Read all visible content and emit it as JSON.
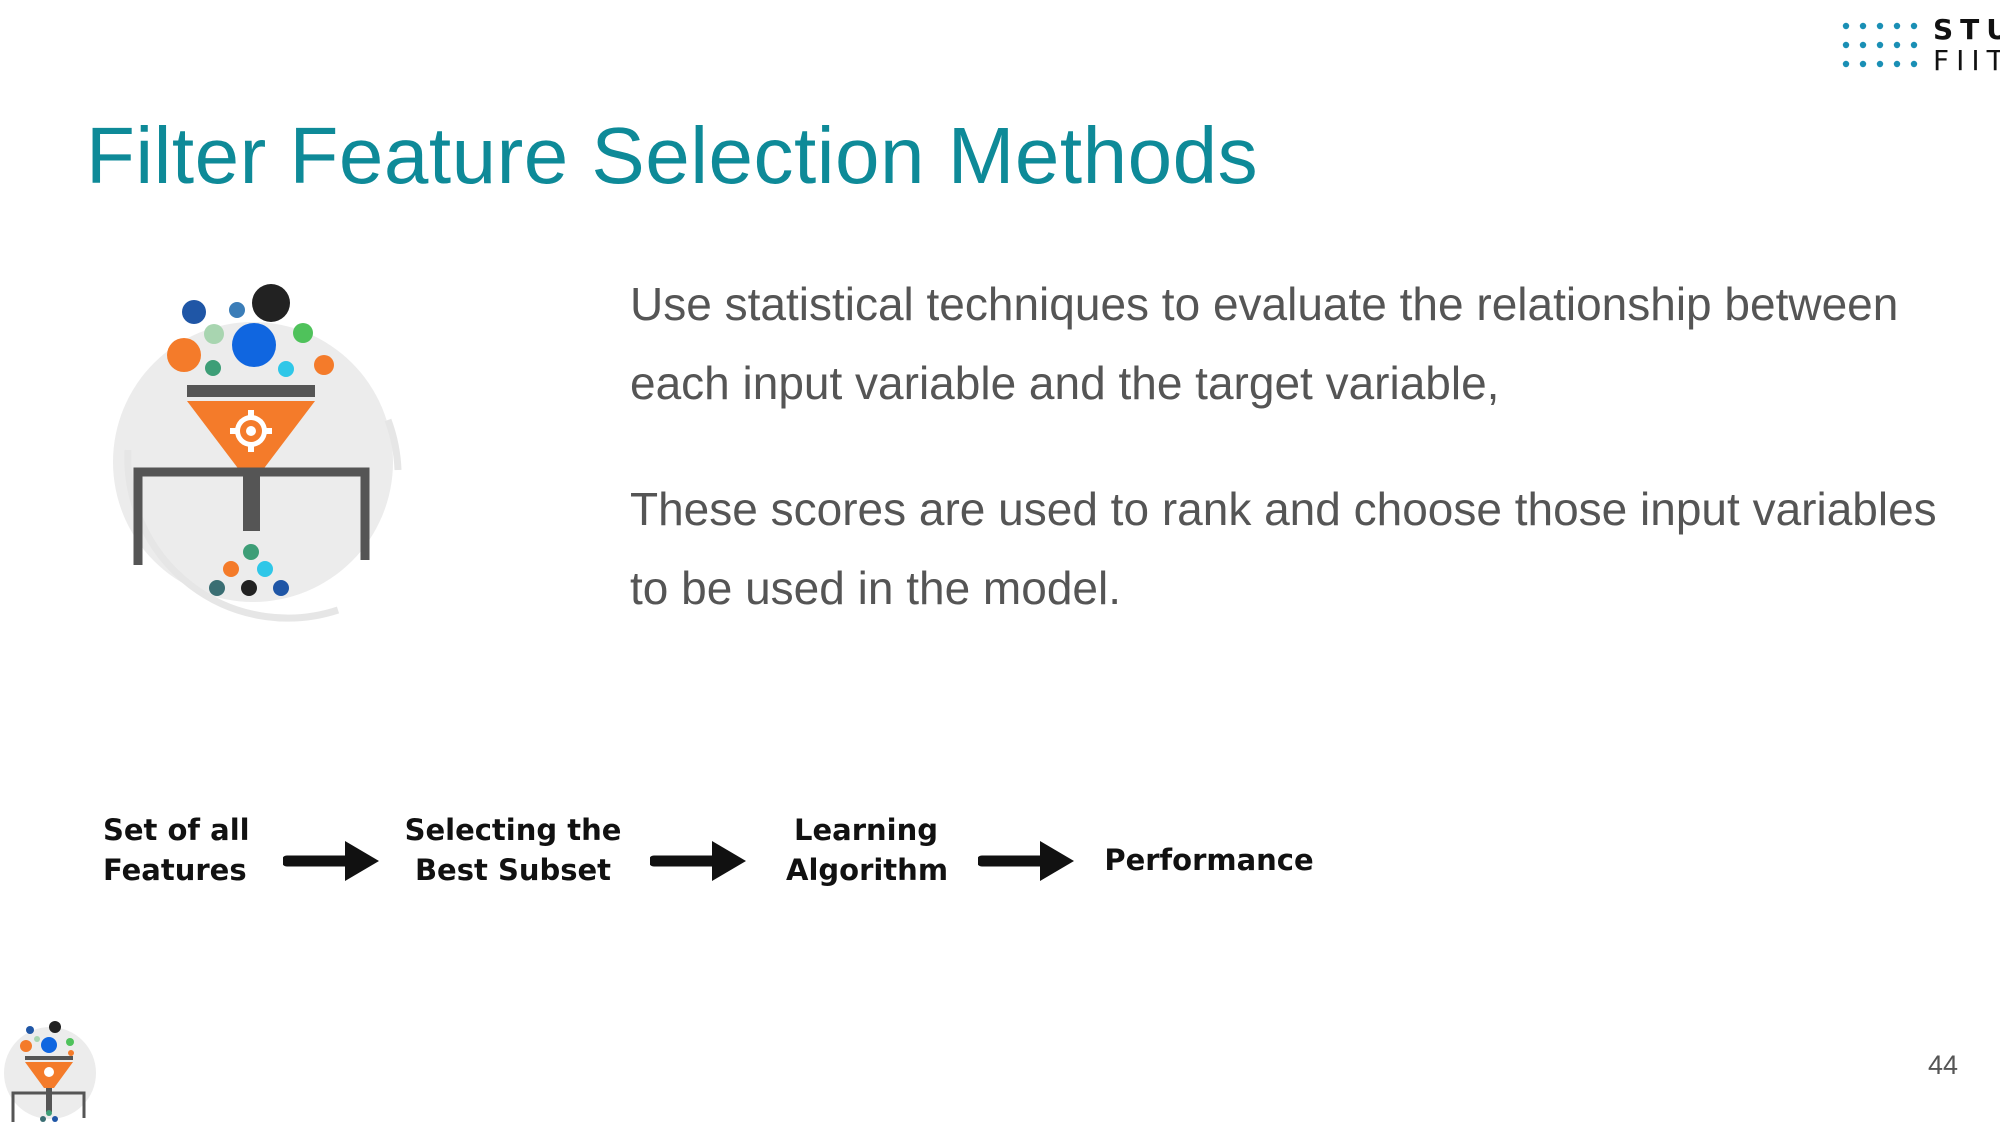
{
  "logo": {
    "line1": "STU",
    "line2": "FIIT"
  },
  "slide": {
    "title": "Filter Feature Selection Methods",
    "paragraphs": [
      "Use statistical techniques to evaluate the relationship between each input variable and the target variable,",
      "These scores are used to rank and choose those input variables to be used in the model."
    ],
    "page_number": "44"
  },
  "flow": {
    "steps": [
      {
        "line1": "Set of all",
        "line2": "Features"
      },
      {
        "line1": "Selecting the",
        "line2": "Best Subset"
      },
      {
        "line1": "Learning",
        "line2": "Algorithm"
      },
      {
        "line1": "Performance",
        "line2": ""
      }
    ],
    "arrow_icon": "right-arrow-icon"
  },
  "icons": {
    "main": "feature-filter-funnel-icon",
    "thumbnail": "feature-filter-funnel-thumbnail-icon",
    "gear": "gear-icon"
  },
  "colors": {
    "title": "#0e8a98",
    "body_text": "#555555",
    "funnel_orange": "#f47b2a",
    "logo_dots": "#1a8fb5"
  }
}
